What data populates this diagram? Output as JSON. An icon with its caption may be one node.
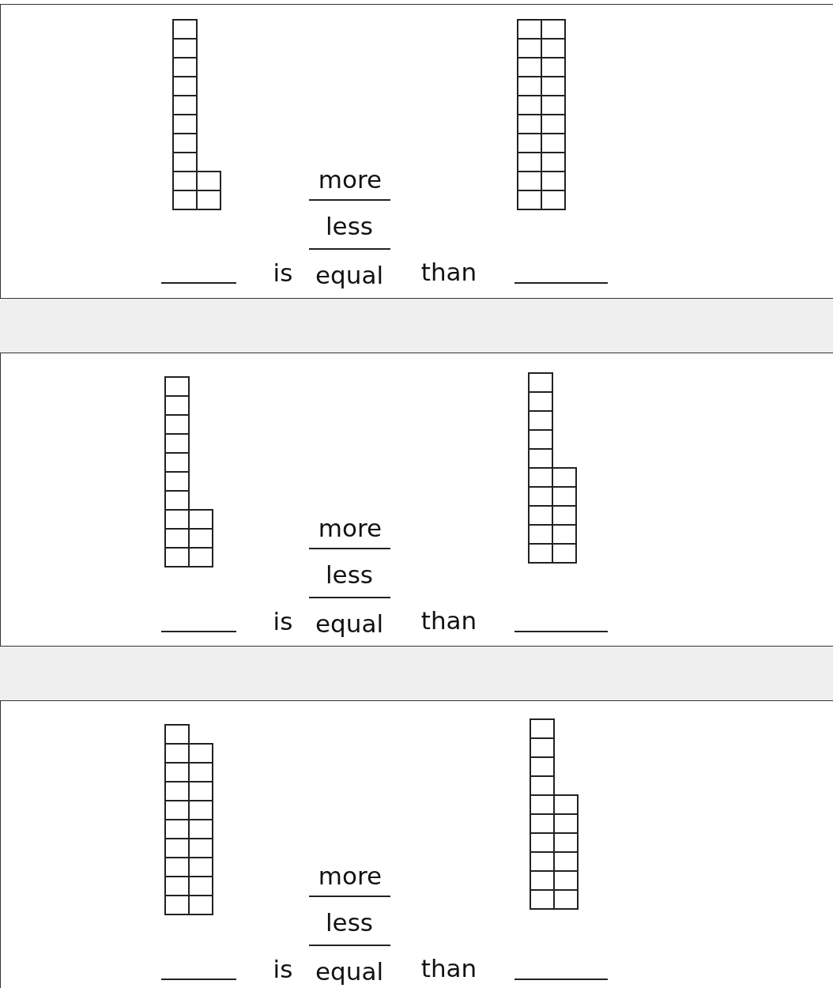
{
  "diagram": {
    "nodes": [
      {
        "text": [],
        "shape": "bar"
      },
      {
        "text": [],
        "shape": "bar"
      }
    ],
    "labels": [
      "more",
      "less",
      "is",
      "equal",
      "than",
      "more",
      "less",
      "is",
      "equal",
      "than",
      "more",
      "less",
      "is",
      "equal",
      "than"
    ]
  }
}
